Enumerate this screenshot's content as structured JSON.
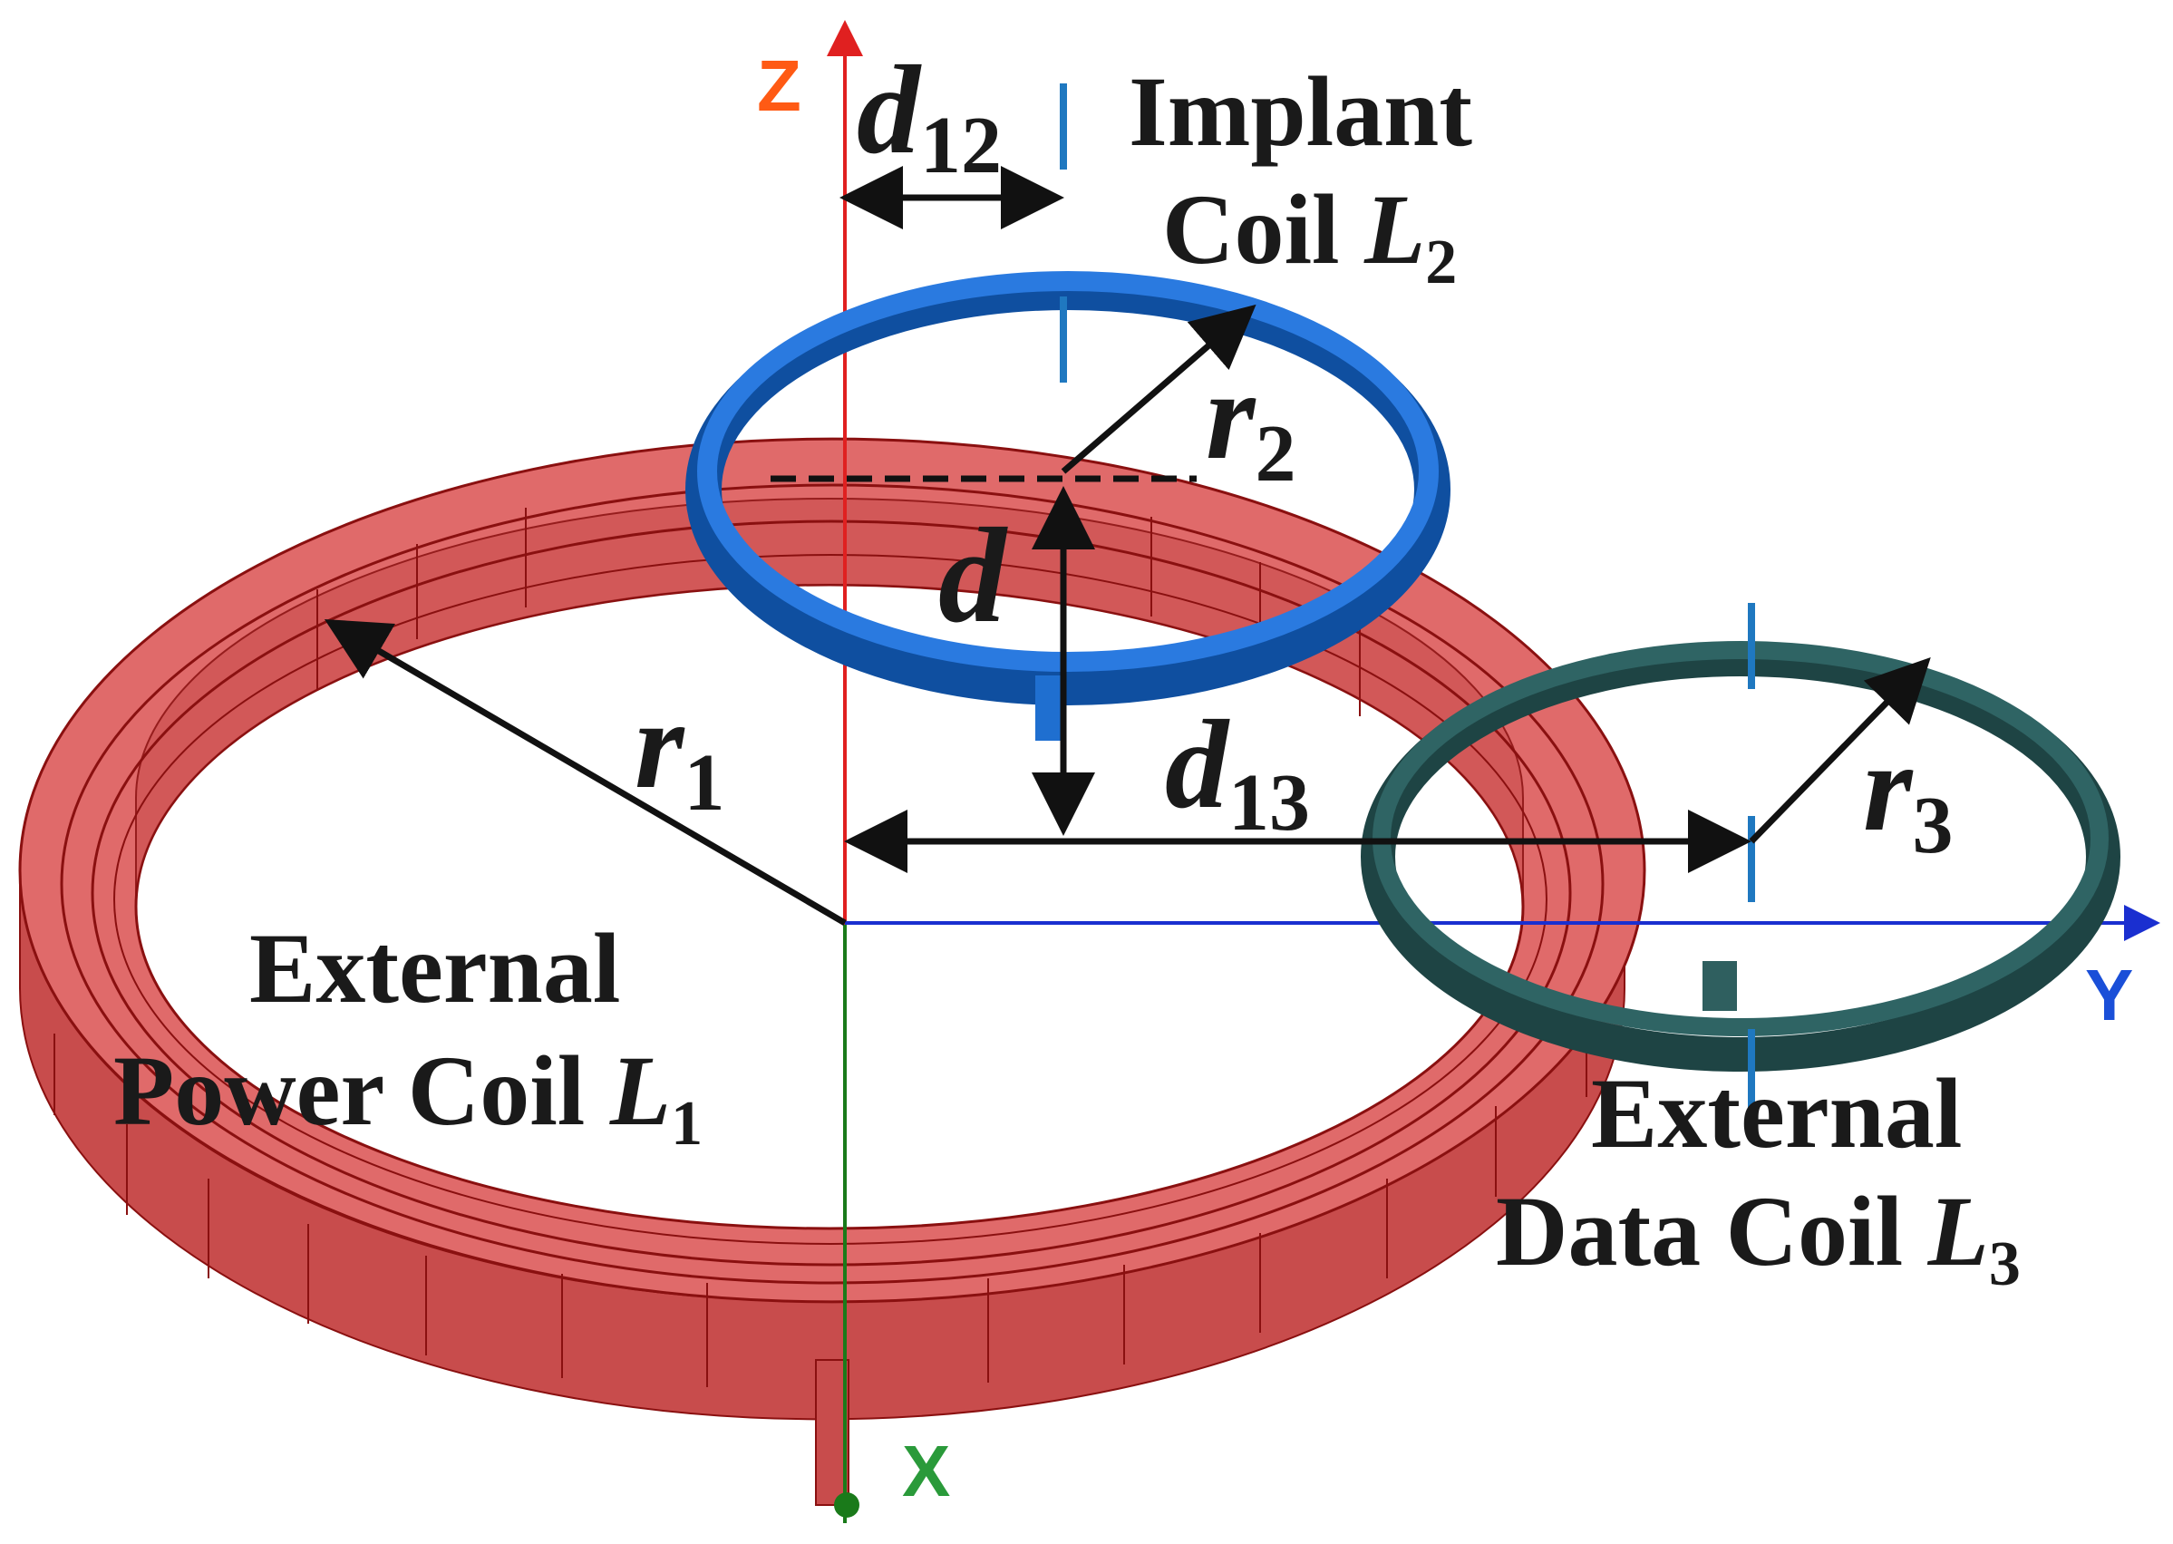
{
  "colors": {
    "power_coil": "#d65c5c",
    "power_coil_dark": "#a83a3a",
    "power_coil_edge": "#8a1010",
    "implant_coil": "#1f6fd0",
    "implant_coil_dark": "#0f4fa0",
    "data_coil": "#2f5f5f",
    "data_coil_dark": "#1e4444",
    "z_axis": "#e02020",
    "x_axis": "#1a7a1a",
    "y_axis": "#1a2fd0",
    "z_label": "#ff5a14",
    "x_label": "#2a9a3a",
    "y_label": "#1a4fd8",
    "dashed_center": "#1f78c0",
    "arrow": "#111111"
  },
  "axes": {
    "z_label": "Z",
    "x_label": "X",
    "y_label": "Y"
  },
  "labels": {
    "implant_line1": "Implant",
    "implant_line2_text": "Coil ",
    "implant_symbol": "L",
    "implant_sub": "2",
    "power_line1": "External",
    "power_line2_text": "Power Coil ",
    "power_symbol": "L",
    "power_sub": "1",
    "data_line1": "External",
    "data_line2_text": "Data Coil ",
    "data_symbol": "L",
    "data_sub": "3"
  },
  "dimensions": {
    "d12_symbol": "d",
    "d12_sub": "12",
    "d13_symbol": "d",
    "d13_sub": "13",
    "d_symbol": "d",
    "r1_symbol": "r",
    "r1_sub": "1",
    "r2_symbol": "r",
    "r2_sub": "2",
    "r3_symbol": "r",
    "r3_sub": "3"
  }
}
